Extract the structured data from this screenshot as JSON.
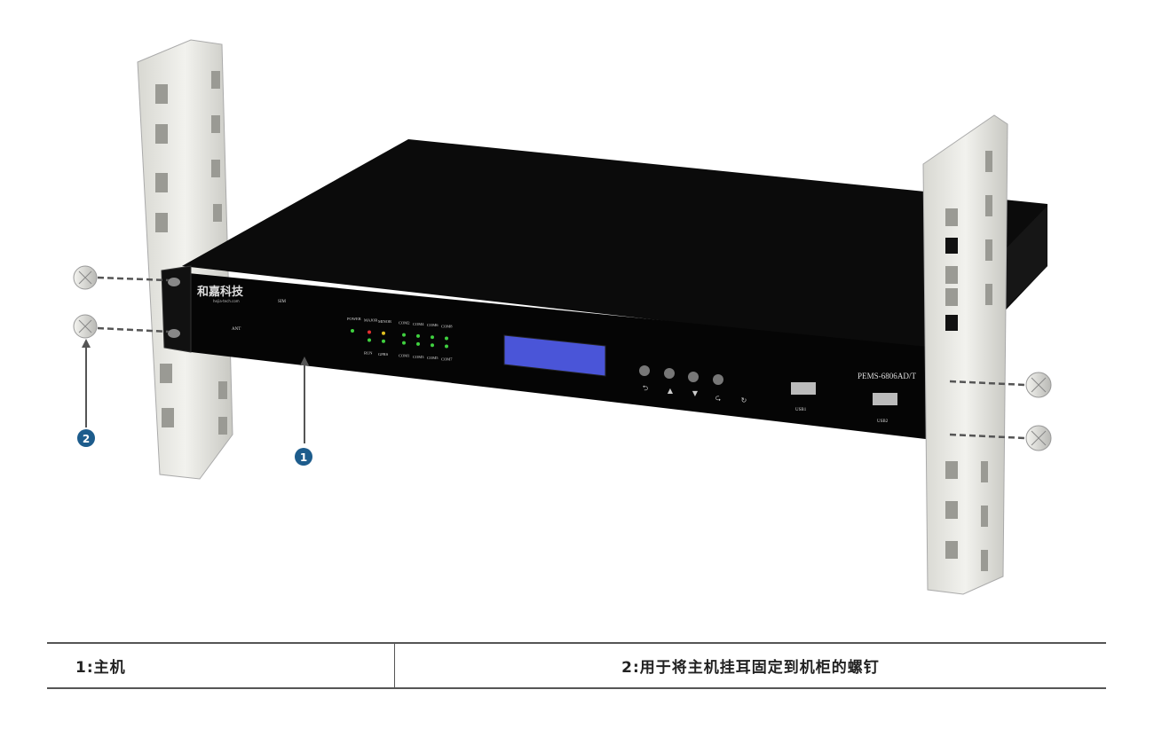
{
  "device": {
    "brand_logo": "和嘉科技",
    "brand_url": "hejia-tech.com",
    "model": "PEMS-6806AD/T",
    "sim_label": "SIM",
    "ant_label": "ANT",
    "led_top_labels": [
      "POWER",
      "MAJOR",
      "MINOR",
      "COM2",
      "COM4",
      "COM6",
      "COM8"
    ],
    "led_bottom_labels": [
      "RUN",
      "GPRS",
      "COM1",
      "COM3",
      "COM5",
      "COM7"
    ],
    "usb_labels": [
      "USB1",
      "USB2"
    ],
    "button_glyphs": [
      "⮌",
      "▲",
      "▼",
      "⮎",
      "↻"
    ]
  },
  "colors": {
    "led_green": "#3fd13f",
    "led_red": "#e53030",
    "led_yellow": "#e0c020",
    "lcd": "#4a55d8",
    "callout": "#1d5c8c"
  },
  "callouts": [
    {
      "number": "1"
    },
    {
      "number": "2"
    }
  ],
  "legend": {
    "items": [
      {
        "text": "1:主机"
      },
      {
        "text": "2:用于将主机挂耳固定到机柜的螺钉"
      }
    ]
  }
}
